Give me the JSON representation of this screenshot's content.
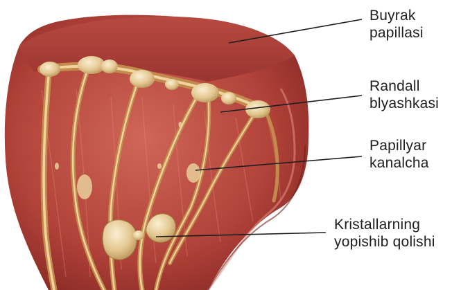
{
  "labels": {
    "kidney_papilla": "Buyrak\npapillasi",
    "randall_plaque": "Randall\nblyashkasi",
    "papillary_duct": "Papillyar\nkanalcha",
    "crystal_adhesion": "Kristallarning\nyopishib qolishi"
  },
  "colors": {
    "tissue_dark": "#8e2a25",
    "tissue_mid": "#b8453c",
    "tissue_light": "#d06a5c",
    "duct": "#d9a865",
    "duct_light": "#f1d4a0",
    "crystal": "#e6cf9e",
    "leader_line": "#1e1e1e"
  }
}
